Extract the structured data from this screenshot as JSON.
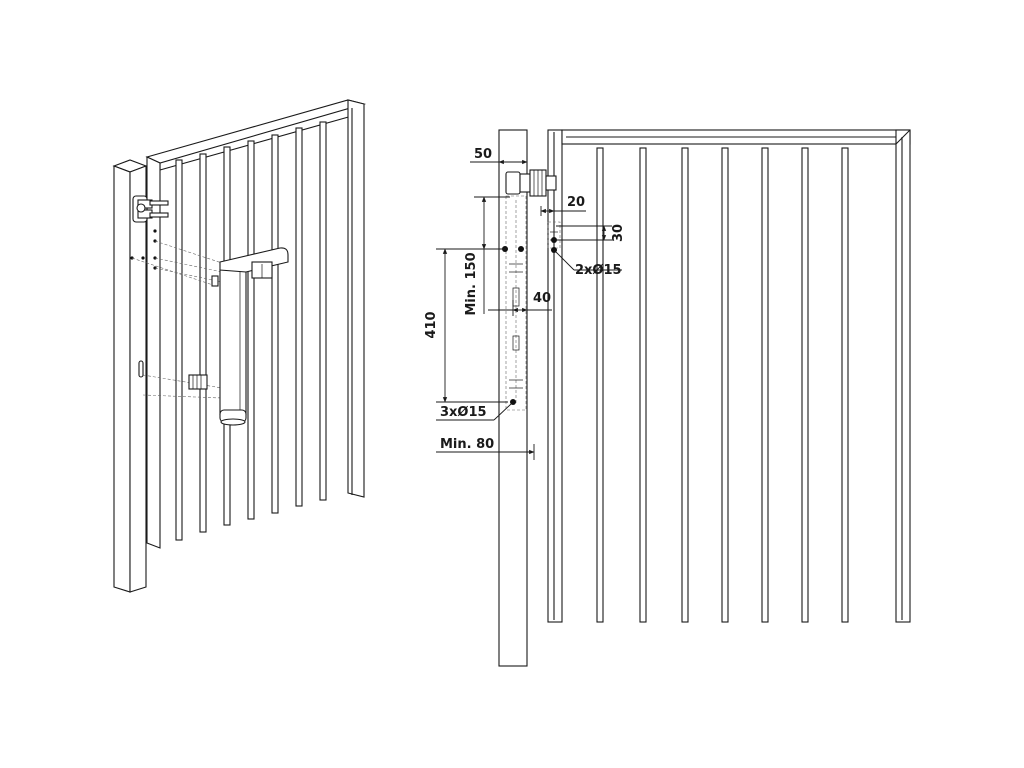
{
  "dimensions": {
    "d50": "50",
    "d20": "20",
    "d30": "30",
    "holes_top": "2xØ15",
    "min150": "Min. 150",
    "d40": "40",
    "d410": "410",
    "holes_bottom": "3xØ15",
    "min80": "Min. 80"
  }
}
